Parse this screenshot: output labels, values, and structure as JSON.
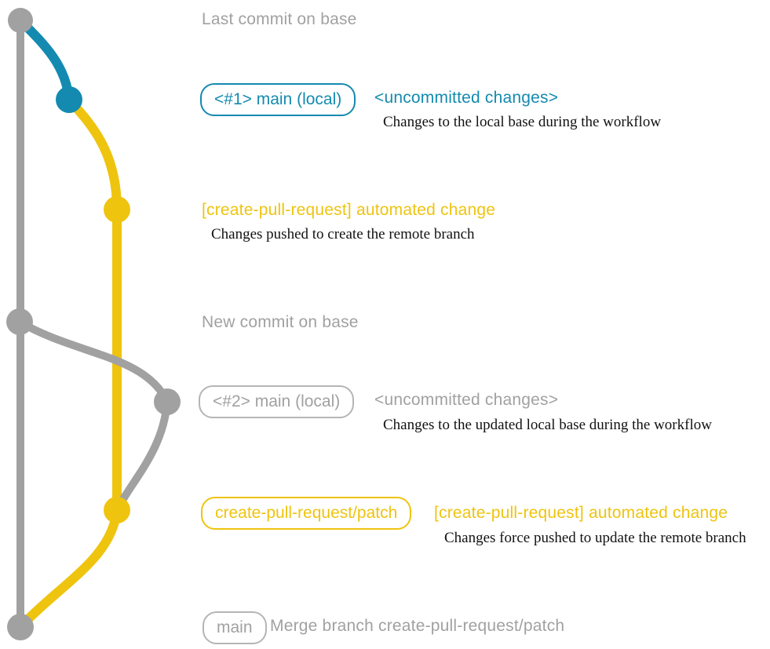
{
  "colors": {
    "gray": "#a1a1a1",
    "blue": "#148ab0",
    "yellow": "#eec40f",
    "text_dark": "#121212",
    "background": "#ffffff"
  },
  "graph": {
    "type": "git-branch-diagram",
    "branches": [
      {
        "name": "base",
        "color": "gray"
      },
      {
        "name": "main-local-1",
        "color": "blue"
      },
      {
        "name": "create-pull-request-patch",
        "color": "yellow"
      },
      {
        "name": "main-local-2",
        "color": "gray"
      }
    ],
    "commits": [
      {
        "id": "last-commit-on-base",
        "color": "gray"
      },
      {
        "id": "main-local-1-uncommitted",
        "color": "blue"
      },
      {
        "id": "automated-change-1",
        "color": "yellow"
      },
      {
        "id": "new-commit-on-base",
        "color": "gray"
      },
      {
        "id": "main-local-2-uncommitted",
        "color": "gray"
      },
      {
        "id": "automated-change-2",
        "color": "yellow"
      },
      {
        "id": "merge-commit",
        "color": "gray"
      }
    ]
  },
  "annotations": {
    "row1": {
      "heading": "Last commit on base"
    },
    "row2": {
      "badge": "<#1> main (local)",
      "title": "<uncommitted changes>",
      "description": "Changes to the local base during the workflow"
    },
    "row3": {
      "title": "[create-pull-request] automated change",
      "description": "Changes pushed to create the remote branch"
    },
    "row4": {
      "heading": "New commit on base"
    },
    "row5": {
      "badge": "<#2> main (local)",
      "title": "<uncommitted changes>",
      "description": "Changes to the updated local base during the workflow"
    },
    "row6": {
      "badge": "create-pull-request/patch",
      "title": "[create-pull-request] automated change",
      "description": "Changes force pushed to update the remote branch"
    },
    "row7": {
      "badge": "main",
      "title": "Merge branch create-pull-request/patch"
    }
  }
}
